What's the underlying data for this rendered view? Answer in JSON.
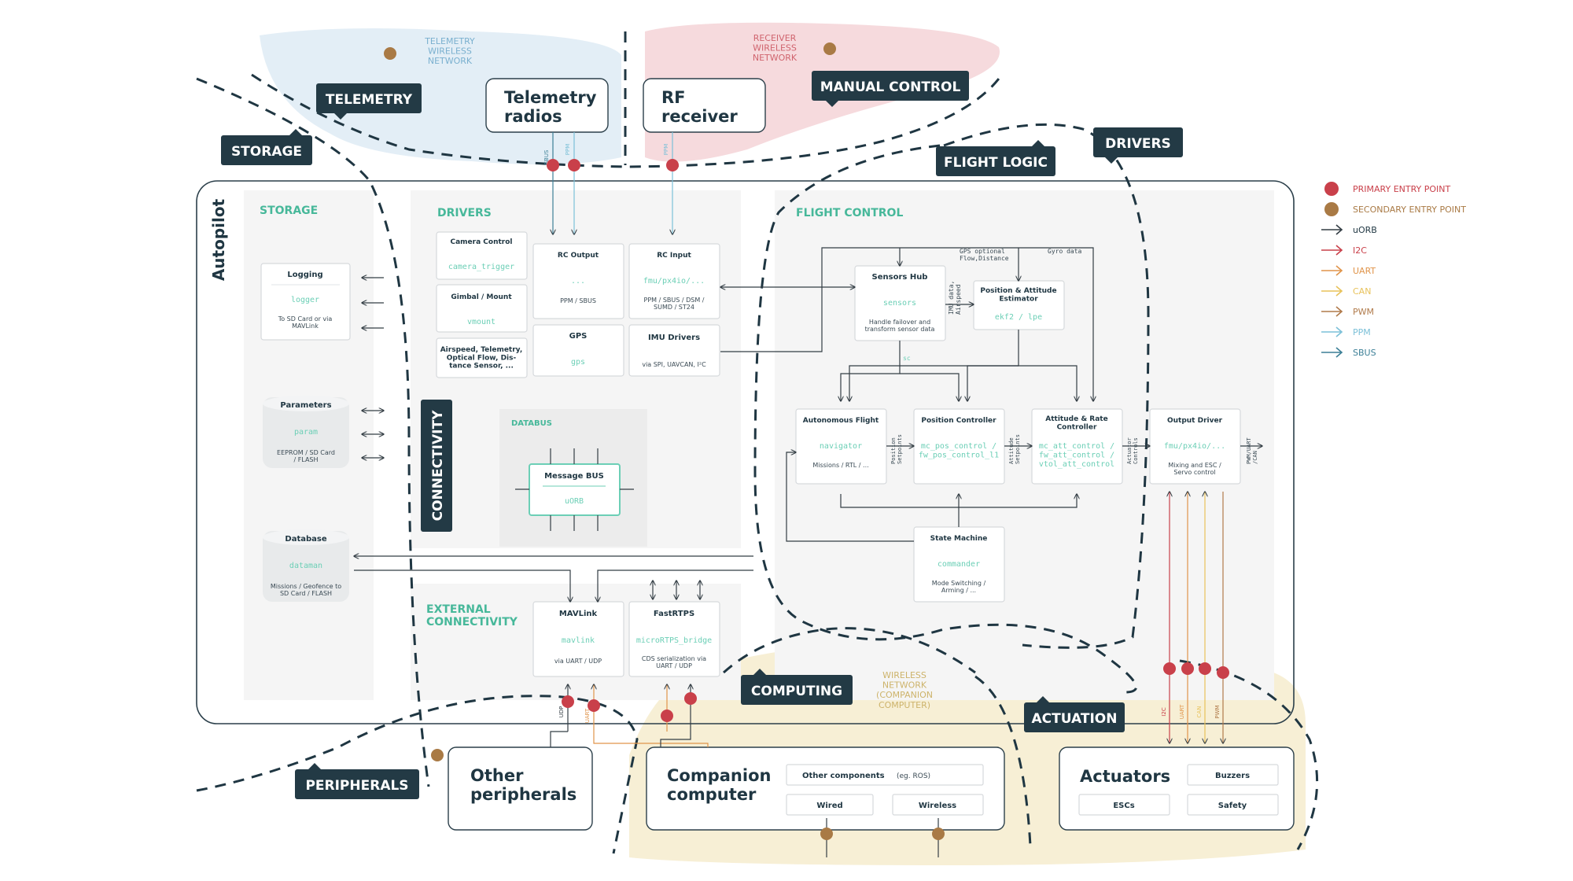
{
  "regions": {
    "telemetry_network": "TELEMETRY\nWIRELESS\nNETWORK",
    "receiver_network": "RECEIVER\nWIRELESS\nNETWORK",
    "companion_network": "WIRELESS\nNETWORK\n(COMPANION\nCOMPUTER)"
  },
  "tags": {
    "telemetry": "TELEMETRY",
    "storage": "STORAGE",
    "manual_control": "MANUAL CONTROL",
    "flight_logic": "FLIGHT LOGIC",
    "drivers": "DRIVERS",
    "connectivity": "CONNECTIVITY",
    "computing": "COMPUTING",
    "actuation": "ACTUATION",
    "peripherals": "PERIPHERALS"
  },
  "autopilot_title": "Autopilot",
  "sections": {
    "storage": "STORAGE",
    "drivers": "DRIVERS",
    "flight_control": "FLIGHT CONTROL",
    "databus": "DATABUS",
    "external_connectivity": "EXTERNAL\nCONNECTIVITY"
  },
  "external": {
    "telemetry_radios": "Telemetry\nradios",
    "rf_receiver": "RF\nreceiver",
    "other_peripherals": "Other\nperipherals",
    "companion_computer": "Companion\ncomputer",
    "companion_other": "Other components",
    "companion_other_note": "(eg. ROS)",
    "companion_wired": "Wired",
    "companion_wireless": "Wireless",
    "actuators": "Actuators",
    "buzzers": "Buzzers",
    "escs": "ESCs",
    "safety": "Safety"
  },
  "modules": {
    "logging": {
      "title": "Logging",
      "code": "logger",
      "desc": "To SD Card or via\nMAVLink"
    },
    "parameters": {
      "title": "Parameters",
      "code": "param",
      "desc": "EEPROM / SD Card\n/ FLASH"
    },
    "database": {
      "title": "Database",
      "code": "dataman",
      "desc": "Missions / Geofence to\nSD Card / FLASH"
    },
    "camera_control": {
      "title": "Camera Control",
      "code": "camera_trigger"
    },
    "gimbal_mount": {
      "title": "Gimbal / Mount",
      "code": "vmount"
    },
    "airspeed": {
      "title": "Airspeed, Telemetry,\nOptical Flow, Dis-\ntance Sensor, ..."
    },
    "rc_output": {
      "title": "RC Output",
      "code": "...",
      "desc": "PPM / SBUS"
    },
    "rc_input": {
      "title": "RC Input",
      "code": "fmu/px4io/...",
      "desc": "PPM / SBUS / DSM /\nSUMD / ST24"
    },
    "gps": {
      "title": "GPS",
      "code": "gps"
    },
    "imu_drivers": {
      "title": "IMU Drivers",
      "desc": "via SPI, UAVCAN, I²C"
    },
    "message_bus": {
      "title": "Message BUS",
      "code": "uORB"
    },
    "mavlink": {
      "title": "MAVLink",
      "code": "mavlink",
      "desc": "via UART / UDP"
    },
    "fastrtps": {
      "title": "FastRTPS",
      "code": "microRTPS_bridge",
      "desc": "CDS serialization via\nUART / UDP"
    },
    "sensors_hub": {
      "title": "Sensors Hub",
      "code": "sensors",
      "desc": "Handle failover and\ntransform sensor data"
    },
    "estimator": {
      "title": "Position & Attitude\nEstimator",
      "code": "ekf2 / lpe"
    },
    "autonomous_flight": {
      "title": "Autonomous Flight",
      "code": "navigator",
      "desc": "Missions / RTL / ..."
    },
    "position_controller": {
      "title": "Position Controller",
      "code": "mc_pos_control /\nfw_pos_control_l1"
    },
    "attitude_controller": {
      "title": "Attitude & Rate\nController",
      "code": "mc_att_control /\nfw_att_control /\nvtol_att_control"
    },
    "output_driver": {
      "title": "Output Driver",
      "code": "fmu/px4io/...",
      "desc": "Mixing and ESC /\nServo control"
    },
    "state_machine": {
      "title": "State Machine",
      "code": "commander",
      "desc": "Mode Switching /\nArming / ..."
    }
  },
  "flow_labels": {
    "gps_optional": "GPS optional\nFlow,Distance",
    "gyro_data": "Gyro data",
    "imu_airspeed": "IMU data,\nAirspeed",
    "sc": "sc",
    "position_setpoints": "Position\nSetpoints",
    "attitude_setpoints": "Attitude\nSetpoints",
    "actuator_controls": "Actuator\nControls",
    "pwm_uart_can": "PWM/UART\n/CAN",
    "sbus": "SBUS",
    "ppm": "PPM",
    "ppm2": "PPM",
    "udp": "UDP",
    "uart": "UART",
    "i2c": "I2C",
    "uart2": "UART",
    "can": "CAN",
    "pwm": "PWM"
  },
  "legend": [
    {
      "label": "PRIMARY ENTRY POINT",
      "color": "#c9404a",
      "kind": "dot"
    },
    {
      "label": "SECONDARY ENTRY POINT",
      "color": "#a97a45",
      "kind": "dot"
    },
    {
      "label": "uORB",
      "color": "#333d44",
      "kind": "arrow"
    },
    {
      "label": "I2C",
      "color": "#c9404a",
      "kind": "arrow"
    },
    {
      "label": "UART",
      "color": "#e0944a",
      "kind": "arrow"
    },
    {
      "label": "CAN",
      "color": "#e8c25a",
      "kind": "arrow"
    },
    {
      "label": "PWM",
      "color": "#b07a4a",
      "kind": "arrow"
    },
    {
      "label": "PPM",
      "color": "#7cc0d8",
      "kind": "arrow"
    },
    {
      "label": "SBUS",
      "color": "#3c7f96",
      "kind": "arrow"
    }
  ]
}
